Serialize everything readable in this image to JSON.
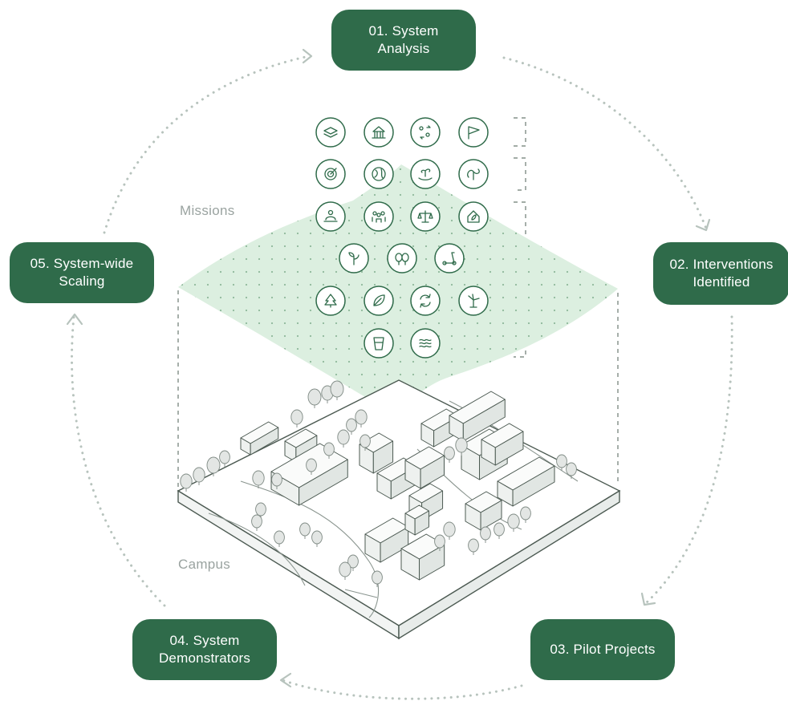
{
  "steps": [
    {
      "id": "s1",
      "label": "01. System\nAnalysis"
    },
    {
      "id": "s2",
      "label": "02. Interventions\nIdentified"
    },
    {
      "id": "s3",
      "label": "03. Pilot Projects"
    },
    {
      "id": "s4",
      "label": "04. System\nDemonstrators"
    },
    {
      "id": "s5",
      "label": "05. System-wide\nScaling"
    }
  ],
  "layers": {
    "missions": "Missions",
    "campus": "Campus"
  },
  "icons": {
    "row1": [
      "layers-icon",
      "institution-icon",
      "people-exchange-icon",
      "flag-icon"
    ],
    "row2": [
      "target-icon",
      "globe-icon",
      "hands-seedling-icon",
      "infinity-loop-icon"
    ],
    "row3": [
      "person-desk-icon",
      "community-icon",
      "scales-icon",
      "home-leaf-icon"
    ],
    "row4": [
      "sprout-icon",
      "forest-icon",
      "scooter-icon"
    ],
    "row5": [
      "tree-icon",
      "leaf-icon",
      "recycle-icon",
      "wind-turbine-icon"
    ],
    "row6": [
      "water-glass-icon",
      "waves-icon"
    ]
  },
  "colors": {
    "primary": "#2f6b4a",
    "accent_light": "#dcefe0",
    "dot": "#b7c3bd",
    "line": "#6b7a72"
  }
}
